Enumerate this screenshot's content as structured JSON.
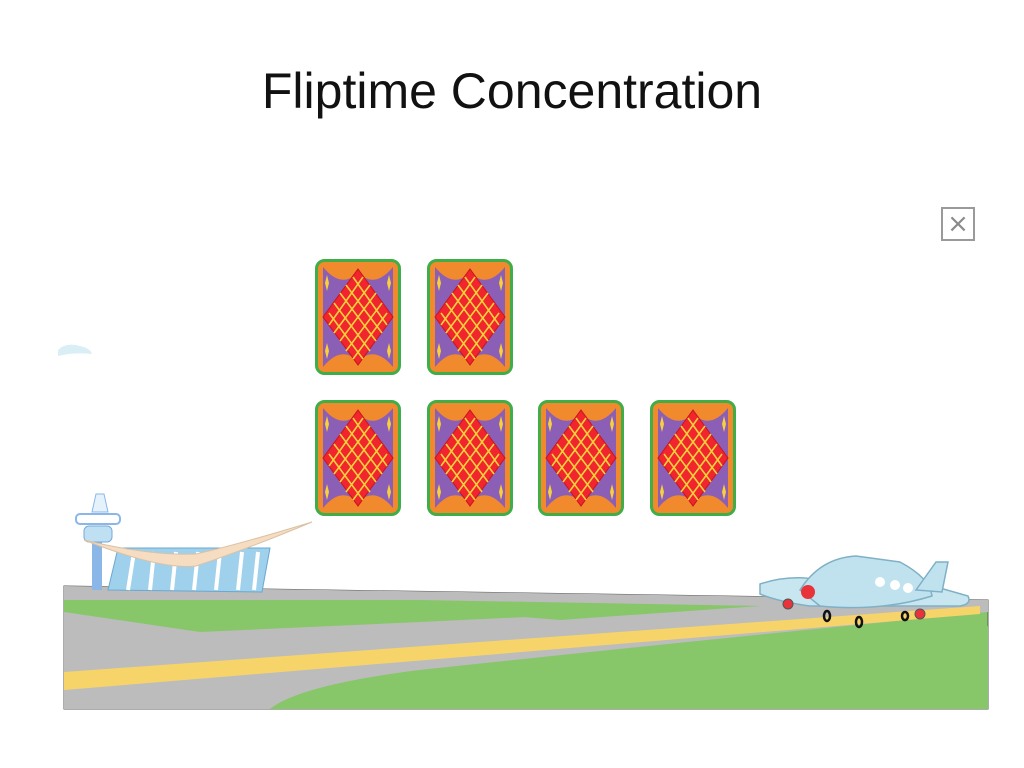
{
  "game": {
    "title": "Fliptime Concentration",
    "close_label": "×"
  },
  "cards": {
    "rows": [
      {
        "count": 2
      },
      {
        "count": 4
      }
    ],
    "state": "face-down"
  },
  "colors": {
    "card_border": "#3fae49",
    "card_back": "#f08a2c",
    "card_curtain": "#8b5fb5",
    "card_diamond": "#f0252d",
    "card_lattice": "#f7d13a",
    "grass": "#88c66a",
    "runway": "#b9b9b9",
    "runway_line": "#f7d46a",
    "plane": "#bfe2ee"
  }
}
